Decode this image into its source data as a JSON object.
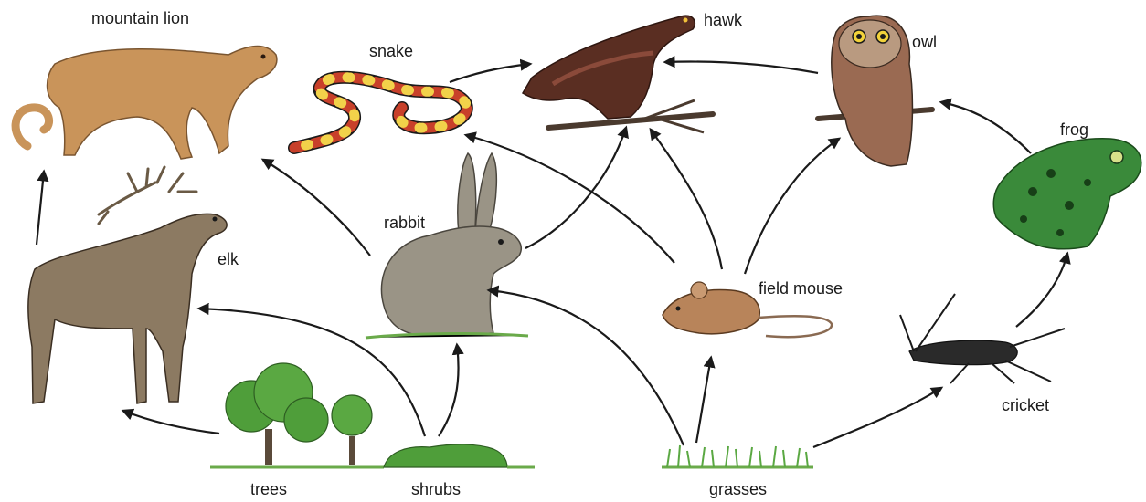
{
  "organisms": {
    "mountain_lion": "mountain lion",
    "snake": "snake",
    "hawk": "hawk",
    "owl": "owl",
    "frog": "frog",
    "elk": "elk",
    "rabbit": "rabbit",
    "field_mouse": "field mouse",
    "cricket": "cricket",
    "trees": "trees",
    "shrubs": "shrubs",
    "grasses": "grasses"
  },
  "links": [
    {
      "from": "elk",
      "to": "mountain lion"
    },
    {
      "from": "rabbit",
      "to": "mountain lion"
    },
    {
      "from": "trees",
      "to": "elk"
    },
    {
      "from": "shrubs",
      "to": "elk"
    },
    {
      "from": "shrubs",
      "to": "rabbit"
    },
    {
      "from": "grasses",
      "to": "rabbit"
    },
    {
      "from": "grasses",
      "to": "field mouse"
    },
    {
      "from": "grasses",
      "to": "cricket"
    },
    {
      "from": "cricket",
      "to": "frog"
    },
    {
      "from": "frog",
      "to": "owl"
    },
    {
      "from": "field mouse",
      "to": "owl"
    },
    {
      "from": "field mouse",
      "to": "hawk"
    },
    {
      "from": "field mouse",
      "to": "snake"
    },
    {
      "from": "rabbit",
      "to": "hawk"
    },
    {
      "from": "snake",
      "to": "hawk"
    },
    {
      "from": "owl",
      "to": "hawk"
    }
  ],
  "colors": {
    "arrow": "#1a1a1a",
    "puma": "#c9945a",
    "elk": "#8c7a62",
    "rabbit": "#9a9486",
    "mouse": "#b8845a",
    "hawk": "#5a2e22",
    "owl": "#9a6a52",
    "frog": "#3a8a3a",
    "snake_red": "#c8402a",
    "snake_yellow": "#f2d24a",
    "plant_green": "#4f9e3a"
  }
}
